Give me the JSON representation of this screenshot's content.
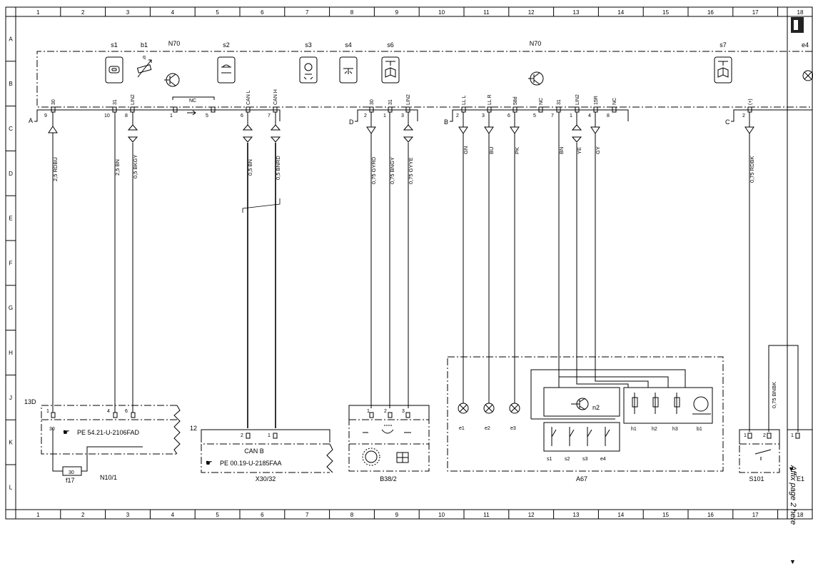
{
  "grid": {
    "cols": [
      "1",
      "2",
      "3",
      "4",
      "5",
      "6",
      "7",
      "8",
      "9",
      "10",
      "11",
      "12",
      "13",
      "14",
      "15",
      "16",
      "17",
      "18"
    ],
    "rows": [
      "A",
      "B",
      "C",
      "D",
      "E",
      "F",
      "G",
      "H",
      "J",
      "K",
      "L"
    ]
  },
  "module_top_labels": {
    "s1": "s1",
    "b1": "b1",
    "n70a": "N70",
    "s2": "s2",
    "s3": "s3",
    "s4": "s4",
    "s6": "s6",
    "n70b": "N70",
    "s7": "s7",
    "e4": "e4"
  },
  "connectors": {
    "A": "A",
    "D": "D",
    "B": "B",
    "C": "C",
    "nc": "NC"
  },
  "pin_labels_top": {
    "a30": "30",
    "a31": "31",
    "alin2": "LIN2",
    "acanl": "CAN L",
    "acanh": "CAN H",
    "d30": "30",
    "d31": "31",
    "dlin2": "LIN2",
    "bll": "LL L",
    "blr": "LL R",
    "b58d": "58d",
    "bnc": "NC",
    "b31": "31",
    "blin2": "LIN2",
    "b15r": "15R",
    "bnc2": "NC",
    "cplus": "(+)"
  },
  "pin_numbers": {
    "a9": "9",
    "a10": "10",
    "a8": "8",
    "a1": "1",
    "a5": "5",
    "a6": "6",
    "a7": "7",
    "d2": "2",
    "d1": "1",
    "d3": "3",
    "b2": "2",
    "b3": "3",
    "b6": "6",
    "b5": "5",
    "b7": "7",
    "b1": "1",
    "b4": "4",
    "b8": "8",
    "c2": "2"
  },
  "wires": {
    "w1": "2,5 RDBU",
    "w2": "2,5 BN",
    "w3": "0,5 BKGY",
    "w4": "0,5 BN",
    "w5": "0,5 BNRD",
    "w6": "0,75 GYRD",
    "w7": "0,75 BNGY",
    "w8": "0,75 GYYE",
    "w9": "GN",
    "w10": "BU",
    "w11": "PK",
    "w12": "BN",
    "w13": "YE",
    "w14": "GY",
    "w15": "0,75 RDBK",
    "w16": "0,75 BNBK"
  },
  "n10": {
    "ref": "13D",
    "p1": "1",
    "p4": "4",
    "p6": "6",
    "p30": "30",
    "pe": "PE 54.21-U-2106FAD",
    "fuse": "30",
    "fuse_name": "f17",
    "name": "N10/1"
  },
  "x30": {
    "ref": "12",
    "p2": "2",
    "p1": "1",
    "canb": "CAN B",
    "pe": "PE 00.19-U-2185FAA",
    "name": "X30/32"
  },
  "b38": {
    "p1": "1",
    "p2": "2",
    "p3": "3",
    "name": "B38/2"
  },
  "a67": {
    "e1": "e1",
    "e2": "e2",
    "e3": "e3",
    "n2": "n2",
    "s1": "s1",
    "s2": "s2",
    "s3": "s3",
    "e4": "e4",
    "h1": "h1",
    "h2": "h2",
    "h3": "h3",
    "b1": "b1",
    "name": "A67"
  },
  "s101": {
    "p1": "1",
    "p2": "2",
    "name": "S101"
  },
  "e1_partial": {
    "p1": "1",
    "name": "E1"
  },
  "side_note": "Affix page 2 here"
}
